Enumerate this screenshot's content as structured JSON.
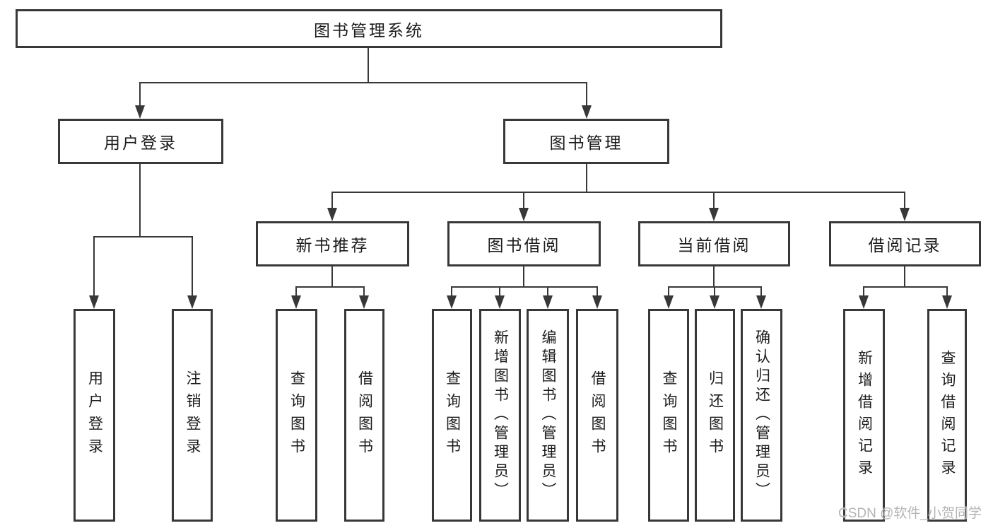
{
  "diagram": {
    "root": {
      "label": "图书管理系统"
    },
    "branches": [
      {
        "label": "用户登录",
        "leaves": [
          {
            "label": "用户登录"
          },
          {
            "label": "注销登录"
          }
        ]
      },
      {
        "label": "图书管理",
        "groups": [
          {
            "label": "新书推荐",
            "leaves": [
              {
                "label": "查询图书"
              },
              {
                "label": "借阅图书"
              }
            ]
          },
          {
            "label": "图书借阅",
            "leaves": [
              {
                "label": "查询图书"
              },
              {
                "label": "新增图书（管理员）"
              },
              {
                "label": "编辑图书（管理员）"
              },
              {
                "label": "借阅图书"
              }
            ]
          },
          {
            "label": "当前借阅",
            "leaves": [
              {
                "label": "查询图书"
              },
              {
                "label": "归还图书"
              },
              {
                "label": "确认归还（管理员）"
              }
            ]
          },
          {
            "label": "借阅记录",
            "leaves": [
              {
                "label": "新增借阅记录"
              },
              {
                "label": "查询借阅记录"
              }
            ]
          }
        ]
      }
    ]
  },
  "watermark": {
    "text": "CSDN @软件_小贺同学"
  },
  "colors": {
    "line": "#383838",
    "text": "#1c1c1c",
    "watermark": "#b4b4b4",
    "background": "#ffffff"
  }
}
